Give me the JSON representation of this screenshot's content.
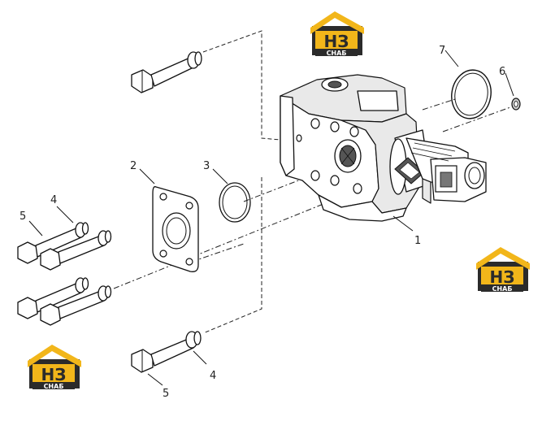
{
  "diagram": {
    "callouts": {
      "c1": "1",
      "c2": "2",
      "c3": "3",
      "c4_top": "4",
      "c5_top": "5",
      "c4_bottom": "4",
      "c5_bottom": "5",
      "c6": "6",
      "c7": "7"
    }
  },
  "logo": {
    "monogram": "НЗ",
    "caption": "СНАБ",
    "colors": {
      "yellow": "#f2b61a",
      "dark": "#2b2b2b",
      "white": "#ffffff"
    }
  }
}
